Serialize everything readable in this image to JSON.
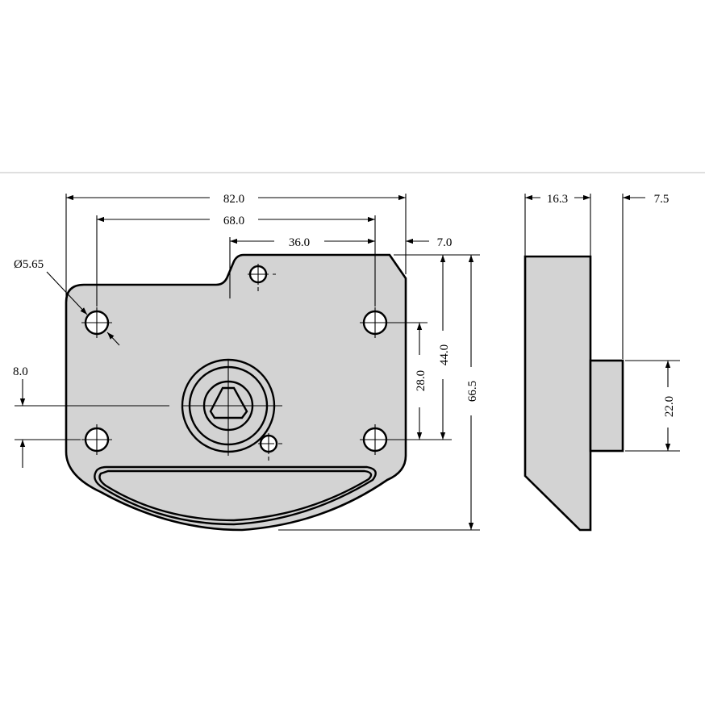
{
  "front_view": {
    "dims": {
      "overall_width": "82.0",
      "hole_spacing_x": "68.0",
      "tab_offset": "36.0",
      "edge_offset": "7.0",
      "hole_spacing_y": "28.0",
      "top_to_holes": "44.0",
      "overall_height": "66.5",
      "center_offset": "8.0",
      "hole_diameter": "Ø5.65"
    }
  },
  "side_view": {
    "dims": {
      "thickness": "16.3",
      "boss_depth": "7.5",
      "boss_height": "22.0"
    }
  },
  "colors": {
    "fill": "#d3d3d3",
    "line": "#000000",
    "divider": "#cccccc"
  }
}
